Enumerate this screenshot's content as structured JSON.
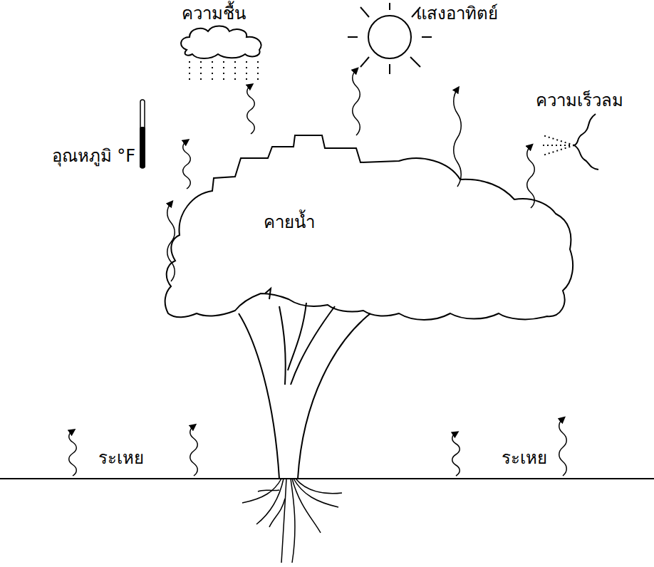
{
  "diagram": {
    "nodes": [
      {
        "text": [
          "คายน้ำ"
        ]
      }
    ],
    "labels": [
      "ความชื้น",
      "แสงอาทิตย์",
      "อุณหภูมิ °F",
      "ความเร็วลม",
      "ระเหย",
      "ระเหย"
    ]
  }
}
